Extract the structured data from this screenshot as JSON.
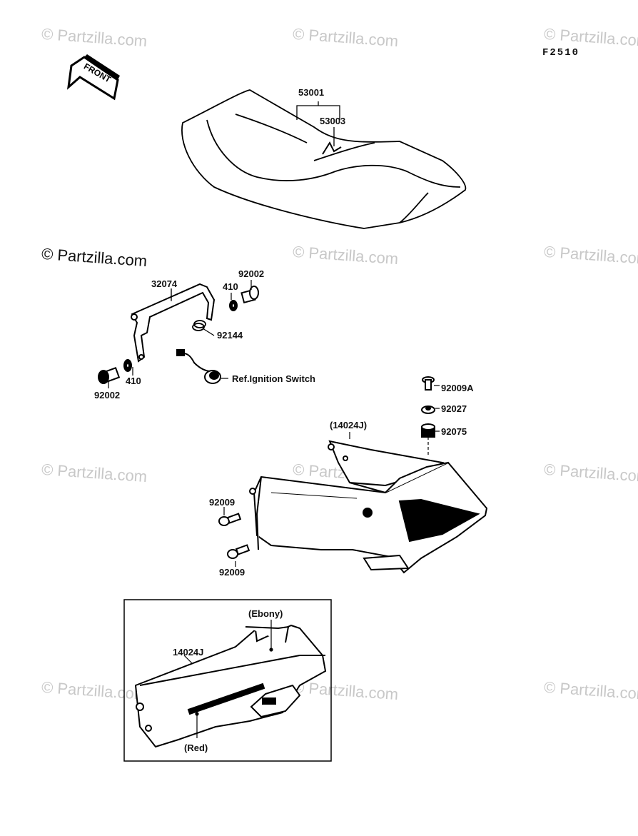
{
  "figure_code": "F2510",
  "watermark": "© Partzilla.com",
  "front_arrow": "FRONT",
  "parts": {
    "seat_assembly": "53001",
    "seat_label": "53003",
    "bracket": "32074",
    "bolt_top": "92002",
    "washer_top": "410",
    "spring": "92144",
    "washer_bottom": "410",
    "bolt_bottom": "92002",
    "ignition_ref": "Ref.Ignition Switch",
    "cover_ref": "(14024J)",
    "screw_92009A": "92009A",
    "collar_92027": "92027",
    "damper_92075": "92075",
    "screw_upper": "92009",
    "screw_lower": "92009",
    "inset_cover": "14024J",
    "inset_ebony": "(Ebony)",
    "inset_red": "(Red)"
  }
}
